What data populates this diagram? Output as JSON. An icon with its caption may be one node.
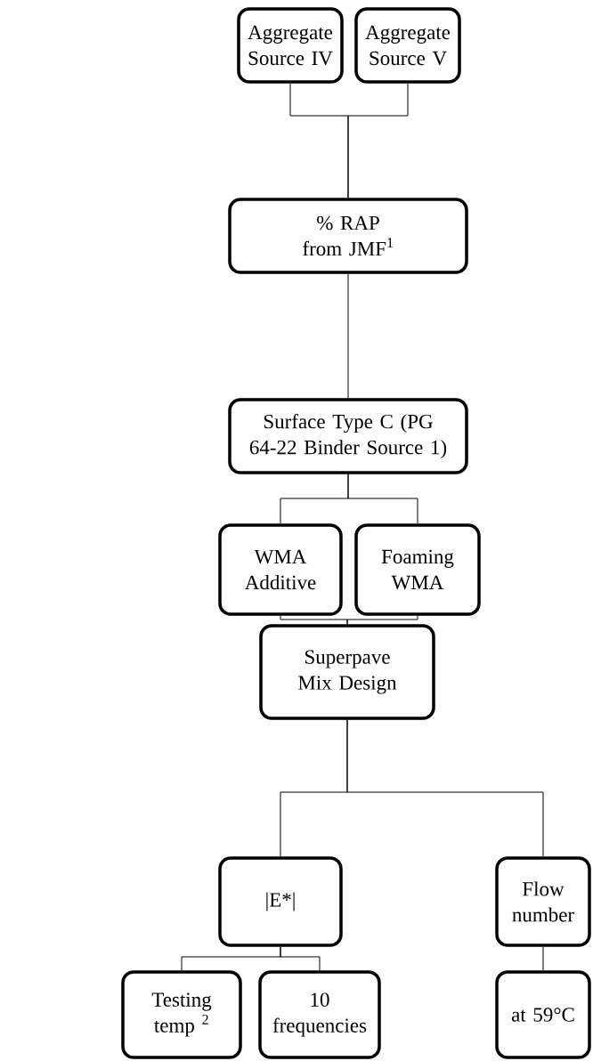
{
  "diagram": {
    "nodes": [
      {
        "text": [
          "Aggregate Source IV"
        ]
      },
      {
        "text": [
          "Aggregate Source V"
        ]
      },
      {
        "text": [
          "% RAP from JMF$^{1}$"
        ]
      },
      {
        "text": [
          "Surface Type C (PG 64-22 Binder Source 1)"
        ]
      },
      {
        "text": [
          "WMA Additive"
        ]
      },
      {
        "text": [
          "Foaming WMA"
        ]
      },
      {
        "text": [
          "Superpave Mix Design"
        ]
      },
      {
        "text": [
          "|E*|"
        ]
      },
      {
        "text": [
          "Flow number"
        ]
      },
      {
        "text": [
          "Testing temp $^{2}$"
        ]
      },
      {
        "text": [
          "10 frequencies"
        ]
      },
      {
        "text": [
          "at 59°C"
        ]
      }
    ],
    "edges": [
      {
        "from": 0,
        "to": 2,
        "arrow": "none"
      },
      {
        "from": 1,
        "to": 2,
        "arrow": "none"
      },
      {
        "from": 2,
        "to": 3,
        "arrow": "none"
      },
      {
        "from": 3,
        "to": 4,
        "arrow": "none"
      },
      {
        "from": 3,
        "to": 5,
        "arrow": "none"
      },
      {
        "from": 4,
        "to": 6,
        "arrow": "none"
      },
      {
        "from": 5,
        "to": 6,
        "arrow": "none"
      },
      {
        "from": 6,
        "to": 7,
        "arrow": "none"
      },
      {
        "from": 6,
        "to": 8,
        "arrow": "none"
      },
      {
        "from": 7,
        "to": 9,
        "arrow": "none"
      },
      {
        "from": 7,
        "to": 10,
        "arrow": "none"
      },
      {
        "from": 8,
        "to": 11,
        "arrow": "none"
      }
    ]
  }
}
